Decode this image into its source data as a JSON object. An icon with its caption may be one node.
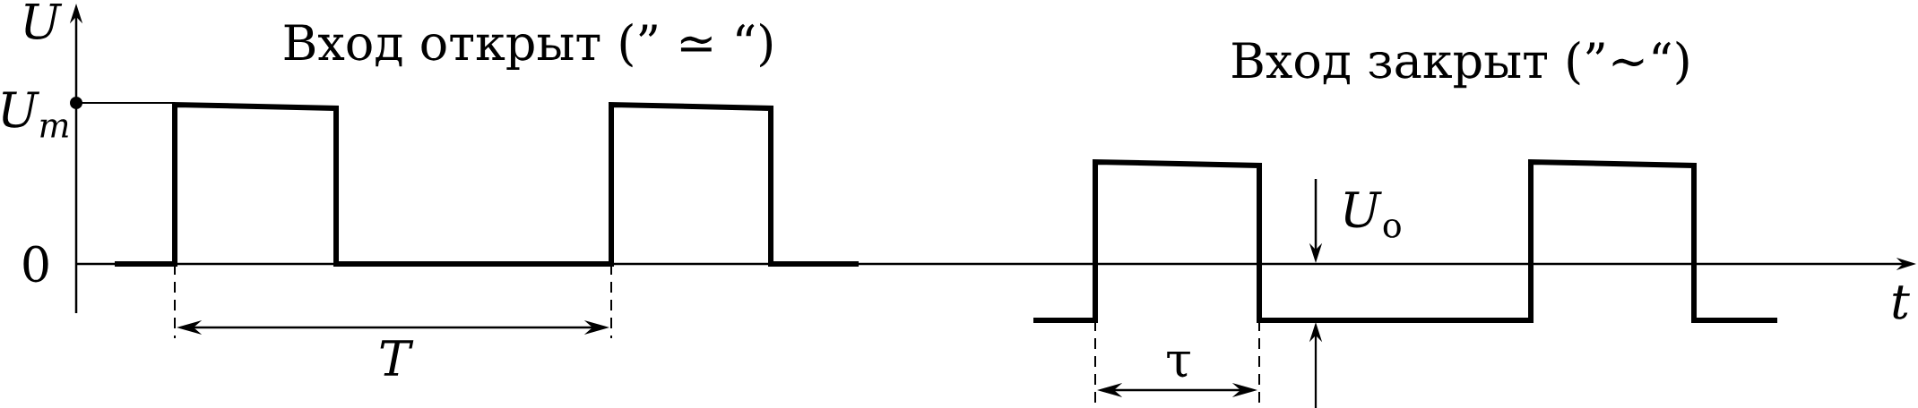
{
  "diagram": {
    "labels": [
      "U",
      "Вход открыт (” ≃ “)",
      "U$_{m}$",
      "Вход закрыт (”∼“)",
      "*U*$_{о}$",
      "0",
      "t",
      "T",
      "τ"
    ]
  }
}
